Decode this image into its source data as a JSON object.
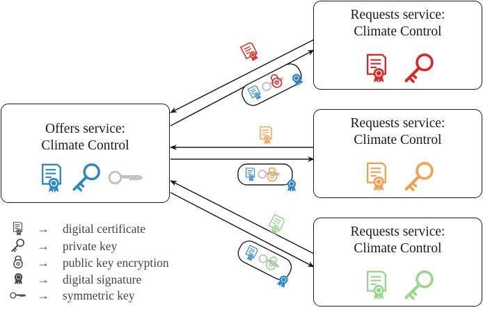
{
  "colors": {
    "offer": "#2f86c4",
    "req1": "#d42a2a",
    "req2": "#f0a050",
    "req3": "#9ad48e",
    "symkey": "#bdbdbd",
    "line": "#1a1a1a"
  },
  "offer_box": {
    "line1": "Offers service:",
    "line2": "Climate Control",
    "icons": [
      "certificate-icon",
      "private-key-icon",
      "symmetric-key-icon"
    ]
  },
  "request_boxes": [
    {
      "line1": "Requests service:",
      "line2": "Climate Control",
      "color": "req1"
    },
    {
      "line1": "Requests service:",
      "line2": "Climate Control",
      "color": "req2"
    },
    {
      "line1": "Requests service:",
      "line2": "Climate Control",
      "color": "req3"
    }
  ],
  "legend": {
    "arrow": "→",
    "items": [
      {
        "icon": "certificate-icon",
        "label": "digital certificate"
      },
      {
        "icon": "private-key-icon",
        "label": "private key"
      },
      {
        "icon": "public-key-encryption-icon",
        "label": "public key encryption"
      },
      {
        "icon": "digital-signature-icon",
        "label": "digital signature"
      },
      {
        "icon": "symmetric-key-icon",
        "label": "symmetric key"
      }
    ]
  }
}
